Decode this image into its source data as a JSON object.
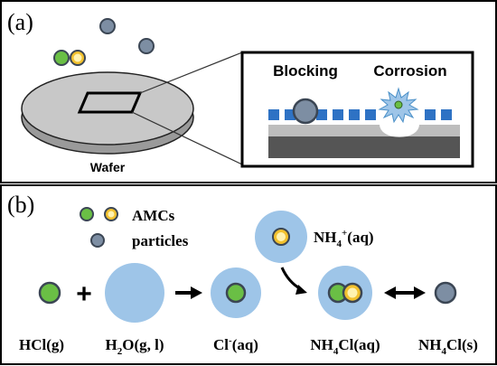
{
  "panel_a": {
    "label": "(a)",
    "wafer_label": "Wafer",
    "blocking_label": "Blocking",
    "corrosion_label": "Corrosion"
  },
  "panel_b": {
    "label": "(b)",
    "legend": {
      "amcs_label": "AMCs",
      "particles_label": "particles"
    },
    "reaction": {
      "plus_symbol": "+",
      "hcl_gas": "HCl(g)",
      "water": {
        "main": "H",
        "sub": "2",
        "rest": "O(g, l)"
      },
      "chloride": {
        "main": "Cl",
        "sup": "-",
        "rest": "(aq)"
      },
      "ammonium": {
        "main": "NH",
        "sub": "4",
        "sup": "+",
        "rest": "(aq)"
      },
      "ammonium_chloride_aq": {
        "main": "NH",
        "sub": "4",
        "rest": "Cl(aq)"
      },
      "ammonium_chloride_s": {
        "main": "NH",
        "sub": "4",
        "rest": "Cl(s)"
      }
    }
  },
  "colors": {
    "green_particle": "#6abf45",
    "yellow_particle": "#f2c12e",
    "gray_particle": "#7d8ea3",
    "water_blue": "#9ec5e8",
    "wafer_gray": "#c8c8c8",
    "substrate_dark": "#555555",
    "pattern_blue": "#2e72c4"
  }
}
